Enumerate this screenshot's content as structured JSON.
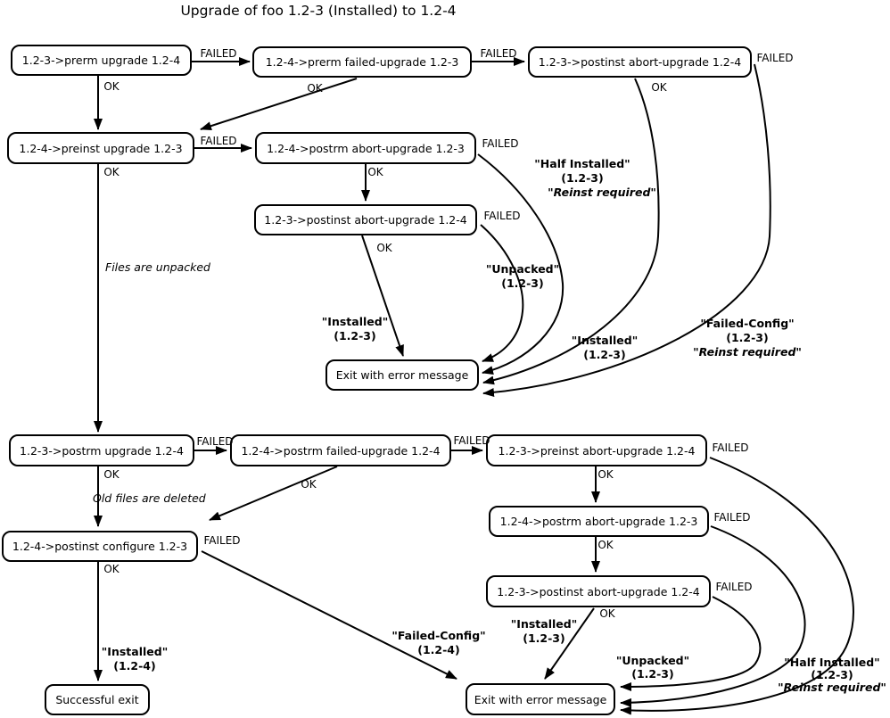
{
  "title": "Upgrade of foo 1.2-3 (Installed) to 1.2-4",
  "nodes": [
    {
      "id": "prerm-upgrade",
      "label": "1.2-3->prerm upgrade 1.2-4"
    },
    {
      "id": "prerm-failed-upgrade",
      "label": "1.2-4->prerm failed-upgrade 1.2-3"
    },
    {
      "id": "postinst-abort-upgrade-top",
      "label": "1.2-3->postinst abort-upgrade 1.2-4"
    },
    {
      "id": "preinst-upgrade",
      "label": "1.2-4->preinst upgrade 1.2-3"
    },
    {
      "id": "postrm-abort-upgrade-top",
      "label": "1.2-4->postrm abort-upgrade 1.2-3"
    },
    {
      "id": "postinst-abort-upgrade-mid",
      "label": "1.2-3->postinst abort-upgrade 1.2-4"
    },
    {
      "id": "exit-error-mid",
      "label": "Exit with error message"
    },
    {
      "id": "postrm-upgrade",
      "label": "1.2-3->postrm upgrade 1.2-4"
    },
    {
      "id": "postrm-failed-upgrade",
      "label": "1.2-4->postrm failed-upgrade 1.2-4"
    },
    {
      "id": "preinst-abort-upgrade",
      "label": "1.2-3->preinst abort-upgrade 1.2-4"
    },
    {
      "id": "postrm-abort-upgrade-bottom",
      "label": "1.2-4->postrm abort-upgrade 1.2-3"
    },
    {
      "id": "postinst-configure",
      "label": "1.2-4->postinst configure 1.2-3"
    },
    {
      "id": "postinst-abort-upgrade-bottom",
      "label": "1.2-3->postinst abort-upgrade 1.2-4"
    },
    {
      "id": "success-exit",
      "label": "Successful exit"
    },
    {
      "id": "exit-error-bottom",
      "label": "Exit with error message"
    }
  ],
  "edge_labels": [
    {
      "text": "FAILED"
    },
    {
      "text": "FAILED"
    },
    {
      "text": "FAILED"
    },
    {
      "text": "OK"
    },
    {
      "text": "OK"
    },
    {
      "text": "OK"
    },
    {
      "text": "FAILED"
    },
    {
      "text": "FAILED"
    },
    {
      "text": "OK"
    },
    {
      "text": "OK"
    },
    {
      "text": "FAILED"
    },
    {
      "text": "OK"
    },
    {
      "text": "FAILED"
    },
    {
      "text": "FAILED"
    },
    {
      "text": "FAILED"
    },
    {
      "text": "OK"
    },
    {
      "text": "OK"
    },
    {
      "text": "OK"
    },
    {
      "text": "FAILED"
    },
    {
      "text": "OK"
    },
    {
      "text": "FAILED"
    },
    {
      "text": "OK"
    },
    {
      "text": "FAILED"
    },
    {
      "text": "OK"
    }
  ],
  "states": [
    {
      "lines": [
        "\"Half Installed\"",
        "(1.2-3)",
        "\"Reinst required\""
      ]
    },
    {
      "lines": [
        "\"Unpacked\"",
        "(1.2-3)"
      ]
    },
    {
      "lines": [
        "\"Installed\"",
        "(1.2-3)"
      ]
    },
    {
      "lines": [
        "\"Installed\"",
        "(1.2-3)"
      ]
    },
    {
      "lines": [
        "\"Failed-Config\"",
        "(1.2-3)",
        "\"Reinst required\""
      ]
    },
    {
      "lines": [
        "\"Installed\"",
        "(1.2-4)"
      ]
    },
    {
      "lines": [
        "\"Failed-Config\"",
        "(1.2-4)"
      ]
    },
    {
      "lines": [
        "\"Installed\"",
        "(1.2-3)"
      ]
    },
    {
      "lines": [
        "\"Unpacked\"",
        "(1.2-3)"
      ]
    },
    {
      "lines": [
        "\"Half Installed\"",
        "(1.2-3)",
        "\"Reinst required\""
      ]
    }
  ],
  "annotations": [
    {
      "text": "Files are unpacked"
    },
    {
      "text": "Old files are deleted"
    }
  ]
}
